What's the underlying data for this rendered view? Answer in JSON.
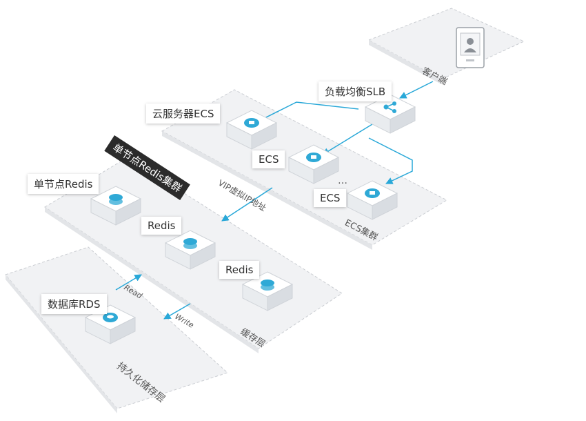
{
  "zones": {
    "client": "客户端",
    "ecs_cluster": "ECS集群",
    "cache_layer": "缓存层",
    "storage_layer": "持久化储存层",
    "redis_cluster_banner": "单节点Redis集群"
  },
  "nodes": {
    "slb": "负载均衡SLB",
    "ecs_main": "云服务器ECS",
    "ecs_2": "ECS",
    "ecs_3": "ECS",
    "redis_single": "单节点Redis",
    "redis_2": "Redis",
    "redis_3": "Redis",
    "rds": "数据库RDS"
  },
  "flows": {
    "vip": "VIP虚拟IP地址",
    "read": "Read",
    "write": "Write",
    "ellipsis": "…"
  },
  "colors": {
    "accent": "#29a8d8",
    "icon": "#2fa9d6",
    "zone_fill": "#f1f2f4",
    "zone_border": "#c9ccd1"
  }
}
